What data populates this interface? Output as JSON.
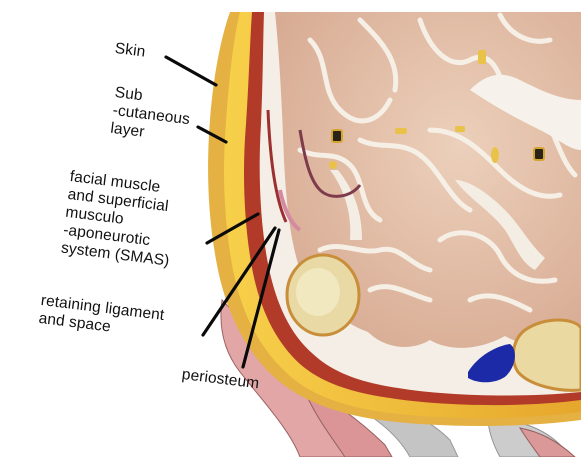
{
  "labels": {
    "skin": "Skin",
    "subcutaneous": [
      "Sub",
      "-cutaneous",
      "layer"
    ],
    "facial_muscle": [
      "facial muscle",
      "and superficial",
      "musculo",
      "-aponeurotic",
      "system (SMAS)"
    ],
    "retaining": [
      "retaining ligament",
      "and space"
    ],
    "periosteum": "periosteum"
  },
  "colors": {
    "skin": "#e9b54a",
    "fat": "#f1c22f",
    "muscle": "#b03626",
    "brain": "#e7c6ae",
    "white_matter": "#f3ede4",
    "vein": "#1d2aa8",
    "bone_shadow": "#c44a4a"
  }
}
